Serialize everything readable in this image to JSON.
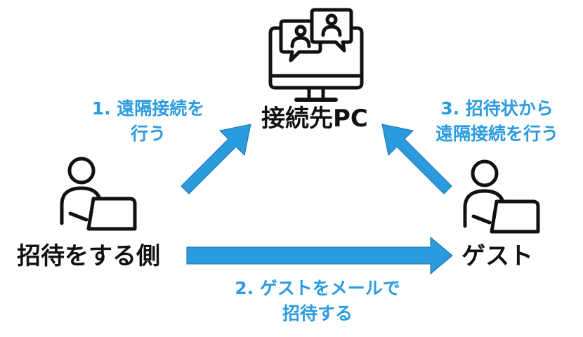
{
  "nodes": {
    "pc": {
      "label": "接続先PC",
      "icon": "monitor-chat-icon"
    },
    "inviter": {
      "label": "招待をする側",
      "icon": "person-laptop-icon"
    },
    "guest": {
      "label": "ゲスト",
      "icon": "person-laptop-icon"
    }
  },
  "steps": {
    "step1": {
      "line1": "1. 遠隔接続を",
      "line2": "行う"
    },
    "step2": {
      "line1": "2.  ゲストをメールで",
      "line2": "招待する"
    },
    "step3": {
      "line1": "3.  招待状から",
      "line2": "遠隔接続を行う"
    }
  },
  "colors": {
    "arrow": "#2b9be0",
    "step_text": "#2b9be0",
    "ink": "#111111"
  }
}
